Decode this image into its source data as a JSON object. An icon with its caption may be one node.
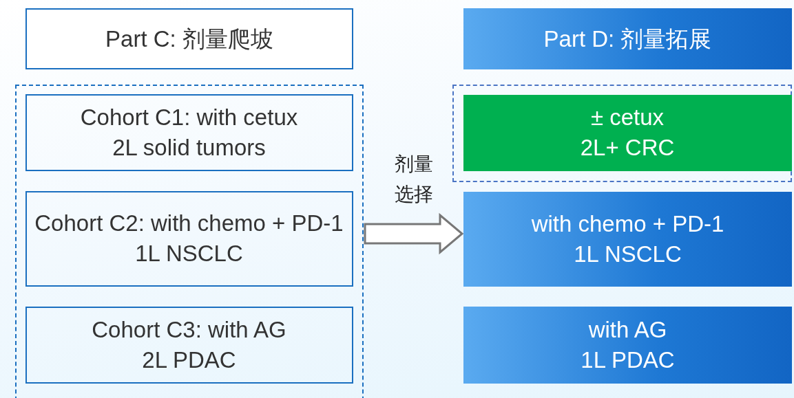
{
  "diagram": {
    "nodes": [
      {
        "text": [
          "Part C: 剂量爬坡"
        ]
      },
      {
        "text": [],
        "shape": "box"
      },
      {
        "text": [
          "Cohort C1: with cetux",
          "2L solid tumors"
        ],
        "in": 1
      },
      {
        "text": [
          "Cohort C2: with chemo + PD-1",
          "1L NSCLC"
        ],
        "in": 1
      },
      {
        "text": [
          "Cohort C3: with AG",
          "2L PDAC"
        ],
        "in": 1
      },
      {
        "text": [
          "Part D: 剂量拓展"
        ]
      },
      {
        "text": [],
        "shape": "box"
      },
      {
        "text": [
          "± cetux",
          "2L+ CRC"
        ],
        "in": 6
      },
      {
        "text": [
          "with chemo + PD-1",
          "1L NSCLC"
        ]
      },
      {
        "text": [
          "with AG",
          "1L PDAC"
        ]
      }
    ],
    "edges": [
      {
        "from": 1,
        "to": 8,
        "arrow": "to",
        "label": "剂量选择"
      }
    ]
  }
}
